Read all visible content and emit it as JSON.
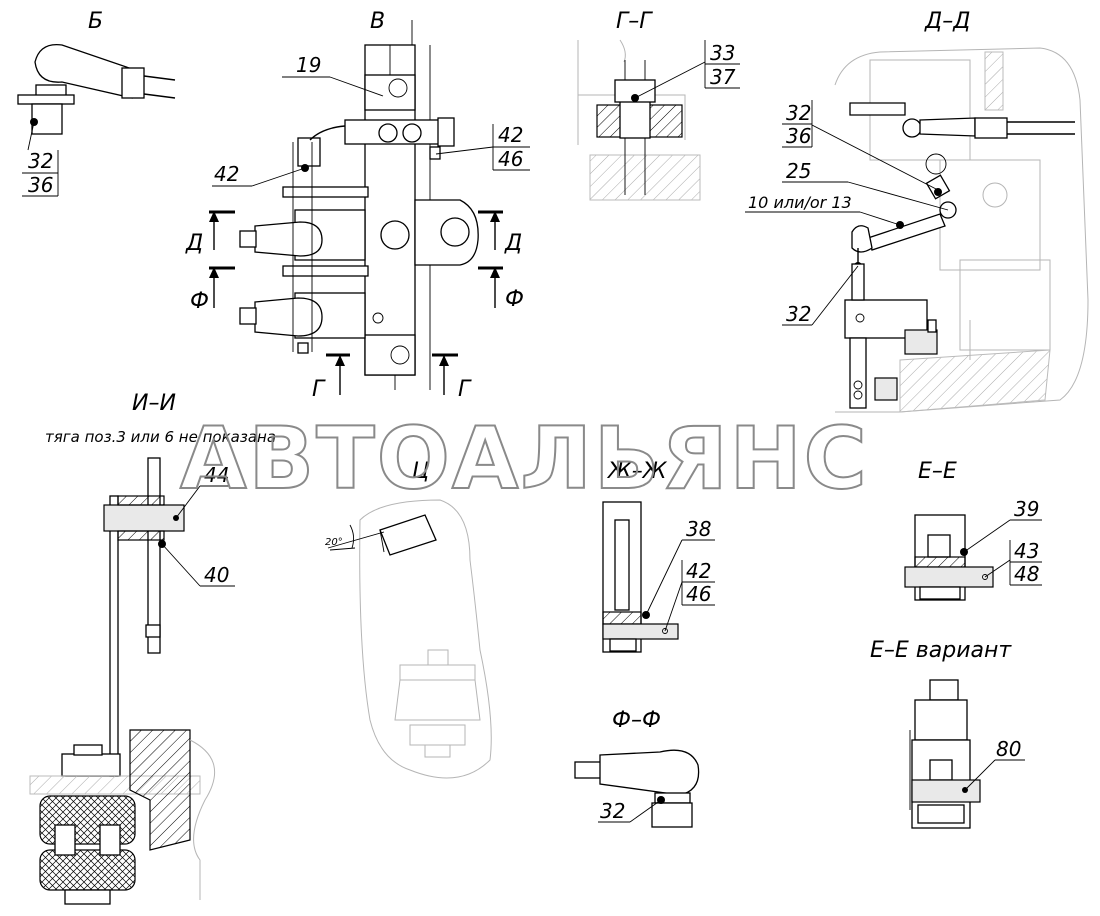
{
  "views": {
    "b": "Б",
    "v": "В",
    "gg": "Г–Г",
    "dd": "Д–Д",
    "ii": "И–И",
    "ts": "Ц",
    "zhzh": "Ж–Ж",
    "ee": "Е–Е",
    "ee_variant": "Е–Е вариант",
    "ff": "Ф–Ф"
  },
  "note": "тяга поз.3 или 6 не показана",
  "cut_marks": {
    "d": "Д",
    "f": "Ф",
    "g": "Г"
  },
  "angle_label": "20°",
  "watermark": "АВТОАЛЬЯНС",
  "callouts": {
    "b": [
      [
        "32",
        "36"
      ]
    ],
    "v": [
      "19",
      [
        "42",
        "46"
      ],
      "42"
    ],
    "gg": [
      [
        "33",
        "37"
      ]
    ],
    "dd": [
      [
        "32",
        "36"
      ],
      "25",
      "10 или/or 13",
      "32"
    ],
    "ii": [
      "44",
      "40"
    ],
    "zhzh": [
      "38",
      [
        "42",
        "46"
      ]
    ],
    "ee": [
      "39",
      [
        "43",
        "48"
      ]
    ],
    "ee_variant": [
      "80"
    ],
    "ff": [
      "32"
    ]
  }
}
